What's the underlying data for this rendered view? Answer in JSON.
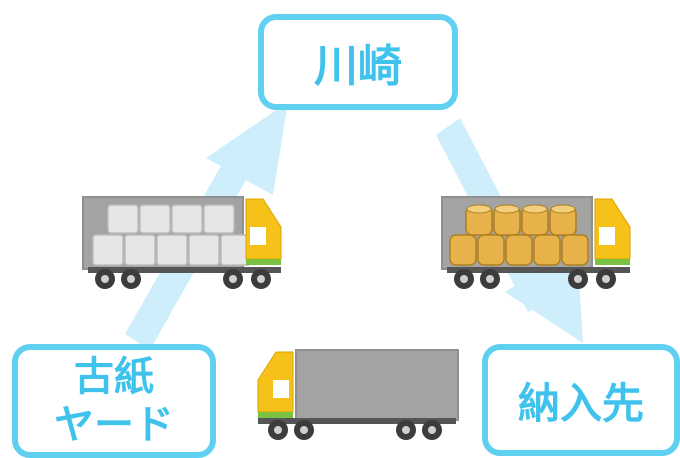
{
  "colors": {
    "accent": "#3fc3ec",
    "box_border": "#5fd0f0",
    "arrow": "#cfeefb",
    "trailer": "#a3a3a3",
    "cab": "#f6c21a",
    "wheel": "#3c3c3c"
  },
  "nodes": {
    "kawasaki": "川崎",
    "yard_line1": "古紙",
    "yard_line2": "ヤード",
    "delivery": "納入先"
  },
  "cargo": {
    "left_truck": "paper-bales",
    "right_truck": "paper-rolls",
    "bottom_truck": "empty"
  }
}
